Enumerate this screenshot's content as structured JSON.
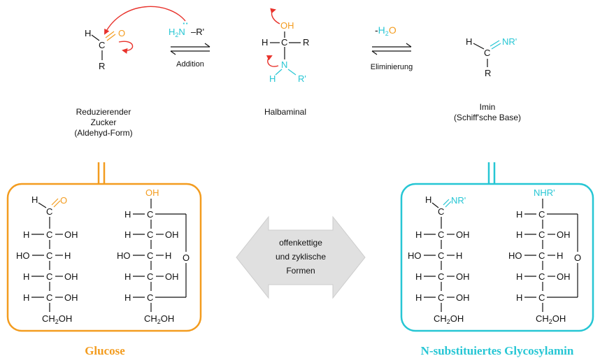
{
  "colors": {
    "orange": "#f39c1f",
    "cyan": "#26c6d4",
    "red": "#e8322b",
    "gray": "#e0e0e0"
  },
  "top": {
    "sugar": {
      "h": "H",
      "c": "C",
      "o": "O",
      "r": "R",
      "cap1": "Reduzierender",
      "cap2": "Zucker",
      "cap3": "(Aldehyd-Form)"
    },
    "amine": {
      "h2": "H",
      "sub2": "2",
      "n": "N",
      "dash": "–R'",
      "dots": "··"
    },
    "arrow1": "Addition",
    "halb": {
      "oh": "OH",
      "h": "H",
      "c": "C",
      "r": "R",
      "n": "N",
      "hn": "H",
      "rp": "R'",
      "cap": "Halbaminal"
    },
    "water": {
      "minus": "-",
      "h2": "H",
      "sub": "2",
      "o": "O"
    },
    "arrow2": "Eliminierung",
    "imin": {
      "h": "H",
      "c": "C",
      "nr": "NR'",
      "r": "R",
      "cap1": "Imin",
      "cap2": "(Schiff'sche Base)"
    }
  },
  "center": {
    "line1": "offenkettige",
    "line2": "und zyklische",
    "line3": "Formen"
  },
  "glucose": {
    "title": "Glucose",
    "open": {
      "h": "H",
      "c": "C",
      "o": "O",
      "rows": [
        [
          "H",
          "OH"
        ],
        [
          "HO",
          "H"
        ],
        [
          "H",
          "OH"
        ],
        [
          "H",
          "OH"
        ]
      ],
      "end": "CH",
      "end_sub": "2",
      "end_oh": "OH"
    },
    "cyc": {
      "oh": "OH",
      "rows": [
        [
          "H",
          "OH"
        ],
        [
          "HO",
          "H"
        ],
        [
          "H",
          "OH"
        ]
      ],
      "ring_o": "O"
    }
  },
  "glycosyl": {
    "title": "N-substituiertes Glycosylamin",
    "open": {
      "h": "H",
      "c": "C",
      "nr": "NR'",
      "rows": [
        [
          "H",
          "OH"
        ],
        [
          "HO",
          "H"
        ],
        [
          "H",
          "OH"
        ],
        [
          "H",
          "OH"
        ]
      ],
      "end": "CH",
      "end_sub": "2",
      "end_oh": "OH"
    },
    "cyc": {
      "nhr": "NHR'",
      "rows": [
        [
          "H",
          "OH"
        ],
        [
          "HO",
          "H"
        ],
        [
          "H",
          "OH"
        ]
      ],
      "ring_o": "O"
    }
  }
}
